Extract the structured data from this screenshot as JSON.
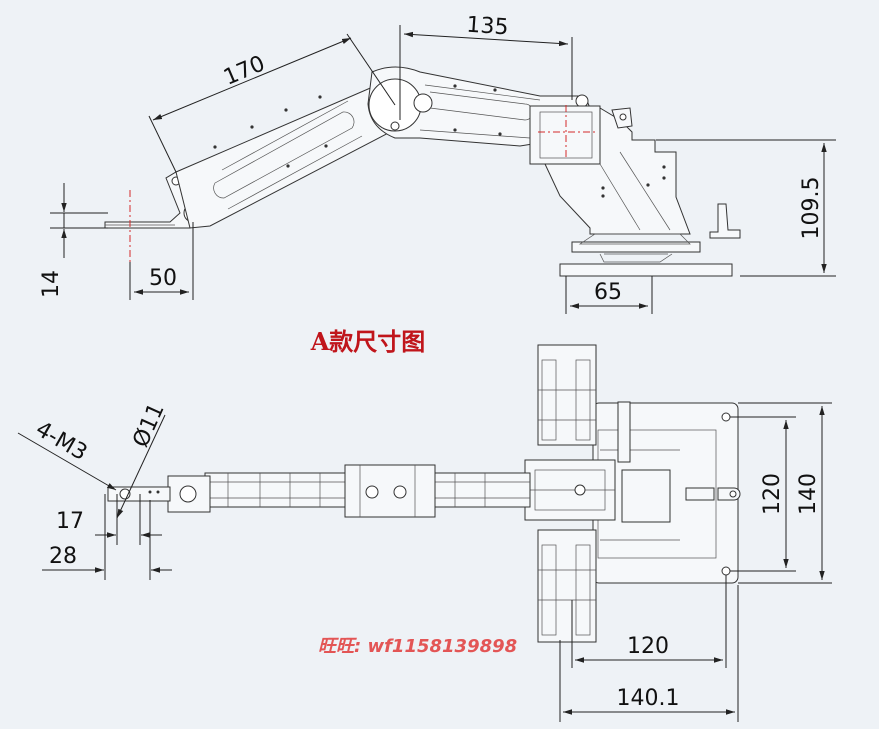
{
  "caption": "A款尺寸图",
  "watermark": "旺旺:  wf1158139898",
  "side_view": {
    "dims": {
      "d170": "170",
      "d135": "135",
      "d109_5": "109.5",
      "d14": "14",
      "d50": "50",
      "d65": "65"
    }
  },
  "top_view": {
    "dims": {
      "m3": "4-M3",
      "phi11": "Ø11",
      "d17": "17",
      "d28": "28",
      "d120v": "120",
      "d140v": "140",
      "d120h": "120",
      "d140_1": "140.1"
    }
  }
}
